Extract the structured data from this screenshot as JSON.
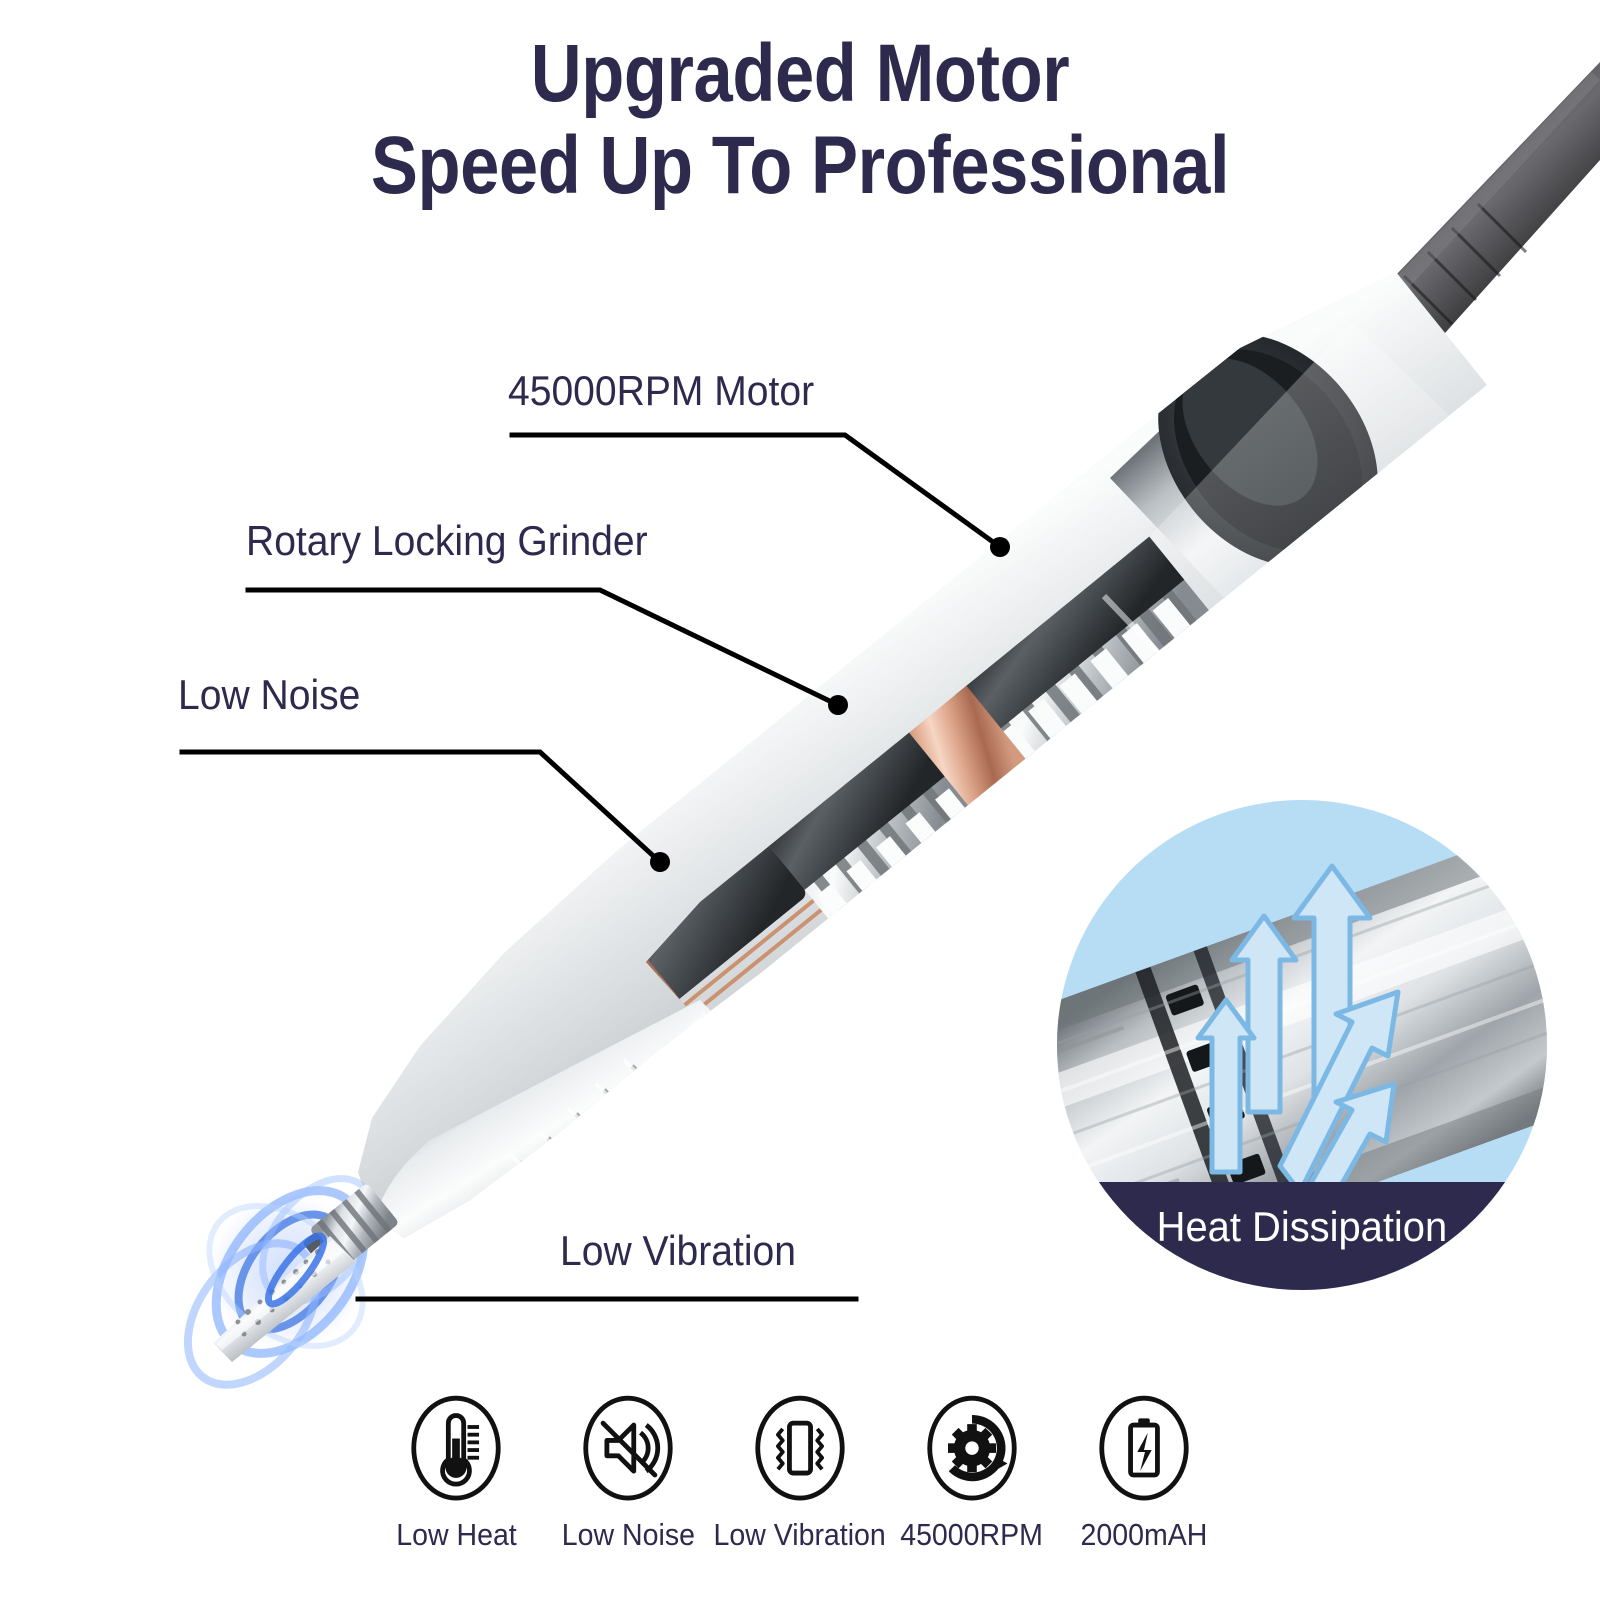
{
  "headline": {
    "line1": "Upgraded Motor",
    "line2": "Speed Up To Professional",
    "color": "#2d2a4e"
  },
  "callouts": [
    {
      "id": "rpm",
      "label": "45000RPM Motor"
    },
    {
      "id": "grinder",
      "label": "Rotary Locking Grinder"
    },
    {
      "id": "noise",
      "label": "Low Noise"
    },
    {
      "id": "vibration",
      "label": "Low Vibration"
    }
  ],
  "inset": {
    "caption": "Heat Dissipation",
    "banner_color": "#2d2a4e",
    "background_color": "#b7ddf4",
    "arrow_color": "#8ec8ec"
  },
  "features": [
    {
      "icon": "thermometer-icon",
      "label": "Low Heat"
    },
    {
      "icon": "speaker-muted-icon",
      "label": "Low Noise"
    },
    {
      "icon": "phone-vibrate-icon",
      "label": "Low Vibration"
    },
    {
      "icon": "gear-rotation-icon",
      "label": "45000RPM"
    },
    {
      "icon": "battery-bolt-icon",
      "label": "2000mAH"
    }
  ],
  "product": {
    "name": "electric-nail-drill-handpiece",
    "body_color": "#c9ccce",
    "accent_copper": "#d9a089",
    "accent_gold": "#e0bf3a",
    "cable_color": "#3b3b3d",
    "vibration_glow_color": "#2f6bdf"
  }
}
